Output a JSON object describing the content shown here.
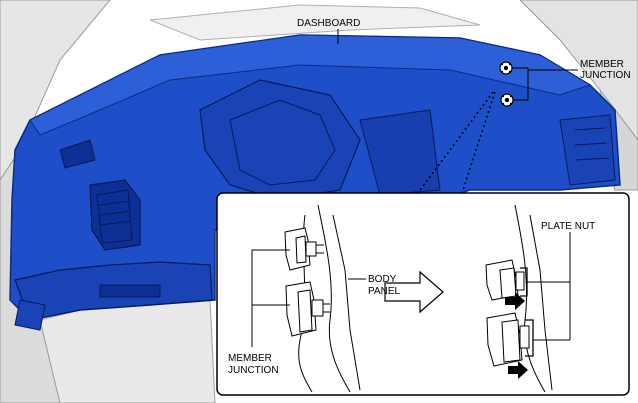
{
  "labels": {
    "dashboard": "DASHBOARD",
    "member_junction_top_line1": "MEMBER",
    "member_junction_top_line2": "JUNCTION",
    "plate_nut": "PLATE NUT",
    "body_panel_line1": "BODY",
    "body_panel_line2": "PANEL",
    "member_junction_bottom_line1": "MEMBER",
    "member_junction_bottom_line2": "JUNCTION"
  },
  "colors": {
    "dashboard_blue": "#1f4fc8",
    "dashboard_dark": "#0b2a85",
    "body_grey": "#d9d9d9",
    "inset_border": "#000000"
  }
}
